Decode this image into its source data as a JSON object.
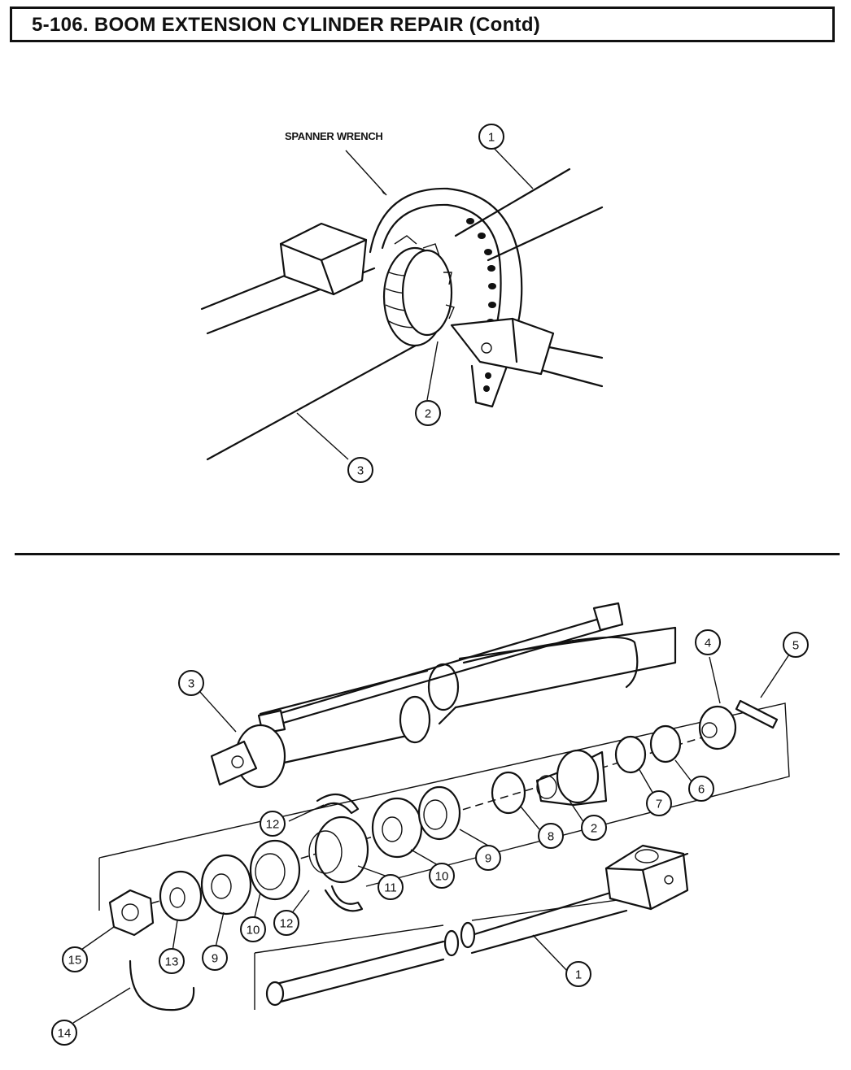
{
  "header": {
    "title": "5-106.  BOOM EXTENSION CYLINDER REPAIR (Contd)"
  },
  "figure_top": {
    "label": "SPANNER WRENCH",
    "callouts": [
      "1",
      "2",
      "3"
    ]
  },
  "figure_bottom": {
    "callouts": [
      "1",
      "2",
      "3",
      "4",
      "5",
      "6",
      "7",
      "8",
      "9",
      "9",
      "10",
      "10",
      "11",
      "12",
      "12",
      "13",
      "14",
      "15"
    ]
  }
}
